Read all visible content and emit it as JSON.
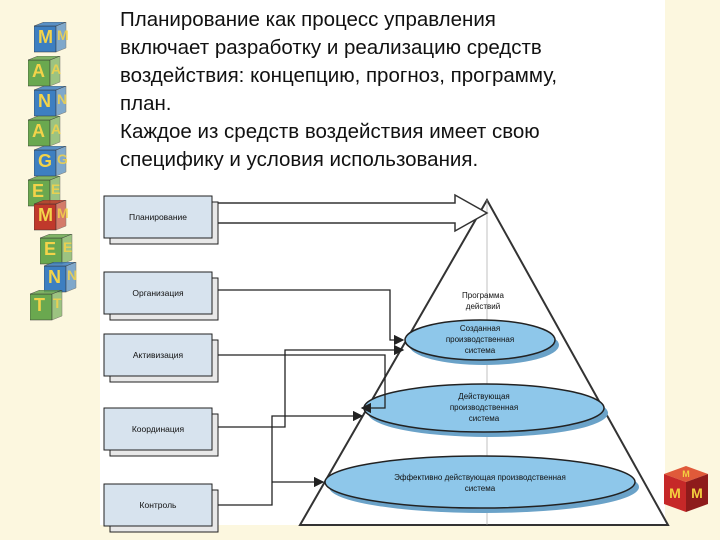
{
  "heading": {
    "lines": [
      "Планирование как процесс управления",
      "включает разработку и реализацию средств",
      "воздействия: концепцию, прогноз, программу,",
      "план.",
      "Каждое из средств воздействия имеет свою",
      "специфику и условия использования."
    ]
  },
  "decor": {
    "cube_letters": [
      "M",
      "A",
      "N",
      "A",
      "G",
      "E",
      "M",
      "E",
      "N",
      "T"
    ]
  },
  "functions": [
    {
      "label": "Планирование"
    },
    {
      "label": "Организация"
    },
    {
      "label": "Активизация"
    },
    {
      "label": "Координация"
    },
    {
      "label": "Контроль"
    }
  ],
  "pyramid": {
    "top_label": [
      "Программа",
      "действий"
    ],
    "levels": [
      {
        "lines": [
          "Созданная",
          "производственная",
          "система"
        ]
      },
      {
        "lines": [
          "Действующая",
          "производственная",
          "система"
        ]
      },
      {
        "lines": [
          "Эффективно действующая производственная",
          "система"
        ]
      }
    ]
  },
  "logo": {
    "letters": [
      "M",
      "M",
      "M"
    ]
  },
  "colors": {
    "background": "#fcf7df",
    "box_fill": "#d7e3ee",
    "ellipse_fill": "#8ec7ea",
    "pyramid_fill": "#ffffff",
    "cube_red": "#c0392b",
    "cube_green": "#6aa84f",
    "cube_blue": "#3d7fc1",
    "logo_red": "#c62828"
  }
}
